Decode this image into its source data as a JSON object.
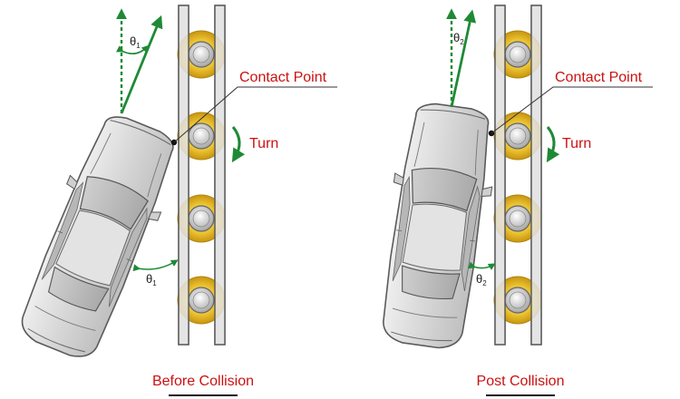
{
  "panels": {
    "before": {
      "contact_label": "Contact Point",
      "turn_label": "Turn",
      "theta_top_label": "θ",
      "theta_top_sub": "1",
      "theta_bottom_label": "θ",
      "theta_bottom_sub": "1",
      "caption": "Before Collision"
    },
    "after": {
      "contact_label": "Contact Point",
      "turn_label": "Turn",
      "theta_top_label": "θ",
      "theta_top_sub": "2",
      "theta_bottom_label": "θ",
      "theta_bottom_sub": "2",
      "caption": "Post Collision"
    }
  },
  "colors": {
    "label_red": "#cc1111",
    "arrow_green": "#1e8a35",
    "roller_yellow": "#e8bb22",
    "roller_yellow_dark": "#b88a10",
    "hub_gray": "#cfcfcf",
    "rail_gray": "#e4e4e4",
    "car_body": "#dcdcdc",
    "car_outline": "#555555"
  }
}
